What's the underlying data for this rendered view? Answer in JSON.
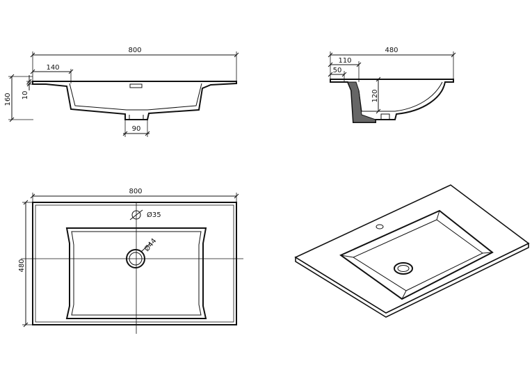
{
  "drawing": {
    "front_view": {
      "width_label": "800",
      "rim_offset_label": "140",
      "height_label": "160",
      "rim_thickness_label": "10",
      "drain_width_label": "90"
    },
    "side_view": {
      "depth_label": "480",
      "offset_a_label": "110",
      "offset_b_label": "50",
      "bowl_depth_label": "120"
    },
    "top_view": {
      "width_label": "800",
      "depth_label": "480",
      "tap_hole_label": "Ø35",
      "drain_label": "Ø44"
    }
  }
}
